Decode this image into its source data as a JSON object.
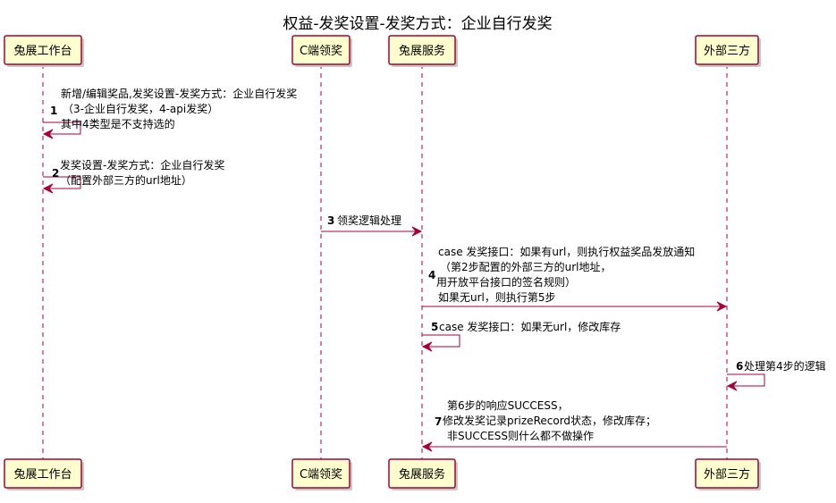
{
  "title": "权益-发奖设置-发奖方式：企业自行发奖",
  "participants": [
    {
      "id": "p1",
      "label": "兔展工作台"
    },
    {
      "id": "p2",
      "label": "C端领奖"
    },
    {
      "id": "p3",
      "label": "兔展服务"
    },
    {
      "id": "p4",
      "label": "外部三方"
    }
  ],
  "messages": [
    {
      "num": "1",
      "from": "p1",
      "to": "p1",
      "lines": [
        "新增/编辑奖品,发奖设置-发奖方式：企业自行发奖",
        "（3-企业自行发奖，4-api发奖）",
        "其中4类型是不支持选的"
      ]
    },
    {
      "num": "2",
      "from": "p1",
      "to": "p1",
      "lines": [
        "发奖设置-发奖方式：企业自行发奖",
        "（配置外部三方的url地址）"
      ]
    },
    {
      "num": "3",
      "from": "p2",
      "to": "p3",
      "lines": [
        "领奖逻辑处理"
      ]
    },
    {
      "num": "4",
      "from": "p3",
      "to": "p4",
      "lines": [
        "case 发奖接口：如果有url，则执行权益奖品发放通知",
        "（第2步配置的外部三方的url地址，",
        "用开放平台接口的签名规则）",
        "如果无url，则执行第5步"
      ]
    },
    {
      "num": "5",
      "from": "p3",
      "to": "p3",
      "lines": [
        "case 发奖接口：如果无url，修改库存"
      ]
    },
    {
      "num": "6",
      "from": "p4",
      "to": "p4",
      "lines": [
        "处理第4步的逻辑"
      ]
    },
    {
      "num": "7",
      "from": "p4",
      "to": "p3",
      "lines": [
        "第6步的响应SUCCESS，",
        "修改发奖记录prizeRecord状态，修改库存；",
        "非SUCCESS则什么都不做操作"
      ]
    }
  ],
  "colors": {
    "line": "#a80036",
    "box_fill": "#fefece"
  }
}
